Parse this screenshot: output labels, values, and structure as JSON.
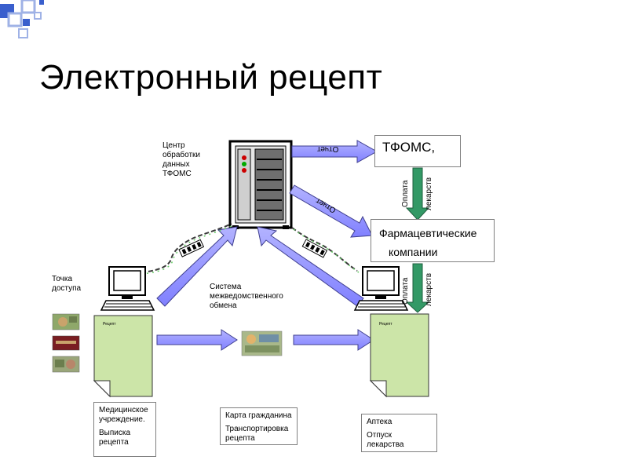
{
  "title": "Электронный рецепт",
  "labels": {
    "center": [
      "Центр",
      "обработки",
      "данных",
      "ТФОМС"
    ],
    "access_point": [
      "Точка",
      "доступа"
    ],
    "system": [
      "Система",
      "межведомственного",
      "обмена"
    ],
    "tfoms": "ТФОМС,",
    "pharma_line1": "Фармацевтические",
    "pharma_line2": "компании",
    "report_top": "Отчет",
    "report_diag": "Отчет",
    "payment_1": "Оплата",
    "drugs_1": "лекарств",
    "payment_2": "Оплата",
    "drugs_2": "лекарств",
    "doc_left": "Рецепт",
    "doc_right": "Рецепт"
  },
  "boxes": {
    "medical": [
      "Медицинское",
      "учреждение.",
      "Выписка",
      "рецепта"
    ],
    "card": [
      "Карта гражданина",
      "Транспортировка",
      "рецепта"
    ],
    "pharmacy": [
      "Аптека",
      "Отпуск",
      "лекарства"
    ]
  },
  "colors": {
    "arrow_fill": "#9999ff",
    "arrow_stroke": "#3f3f8f",
    "green_arrow": "#339966",
    "doc_fill": "#cce5a8",
    "logo_blue": "#3a5fcd",
    "logo_light": "#9fb2e6"
  }
}
